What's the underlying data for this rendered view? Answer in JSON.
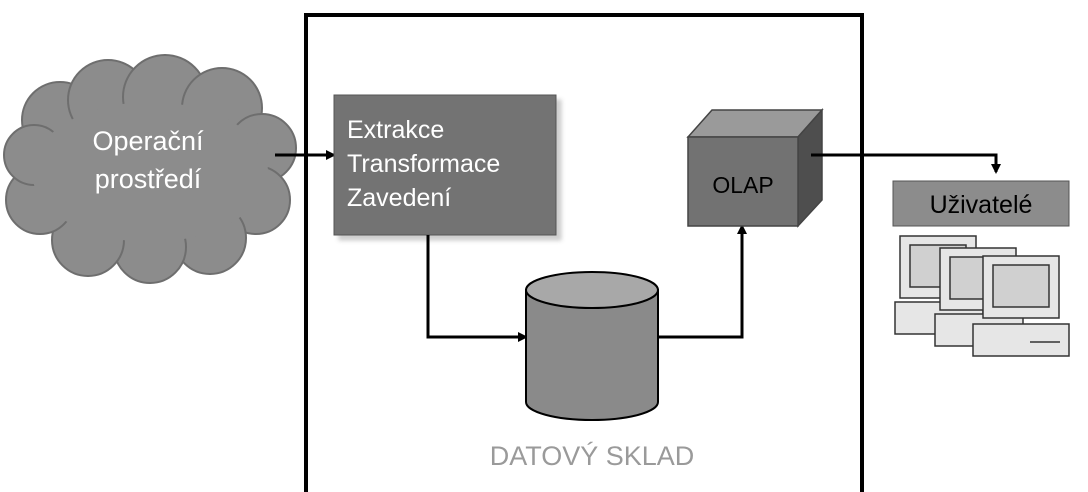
{
  "diagram": {
    "source": {
      "line1": "Operační",
      "line2": "prostředí"
    },
    "etl": {
      "line1": "Extrakce",
      "line2": "Transformace",
      "line3": "Zavedení"
    },
    "olap": {
      "label": "OLAP"
    },
    "warehouse": {
      "label": "DATOVÝ SKLAD"
    },
    "users": {
      "label": "Uživatelé"
    }
  }
}
